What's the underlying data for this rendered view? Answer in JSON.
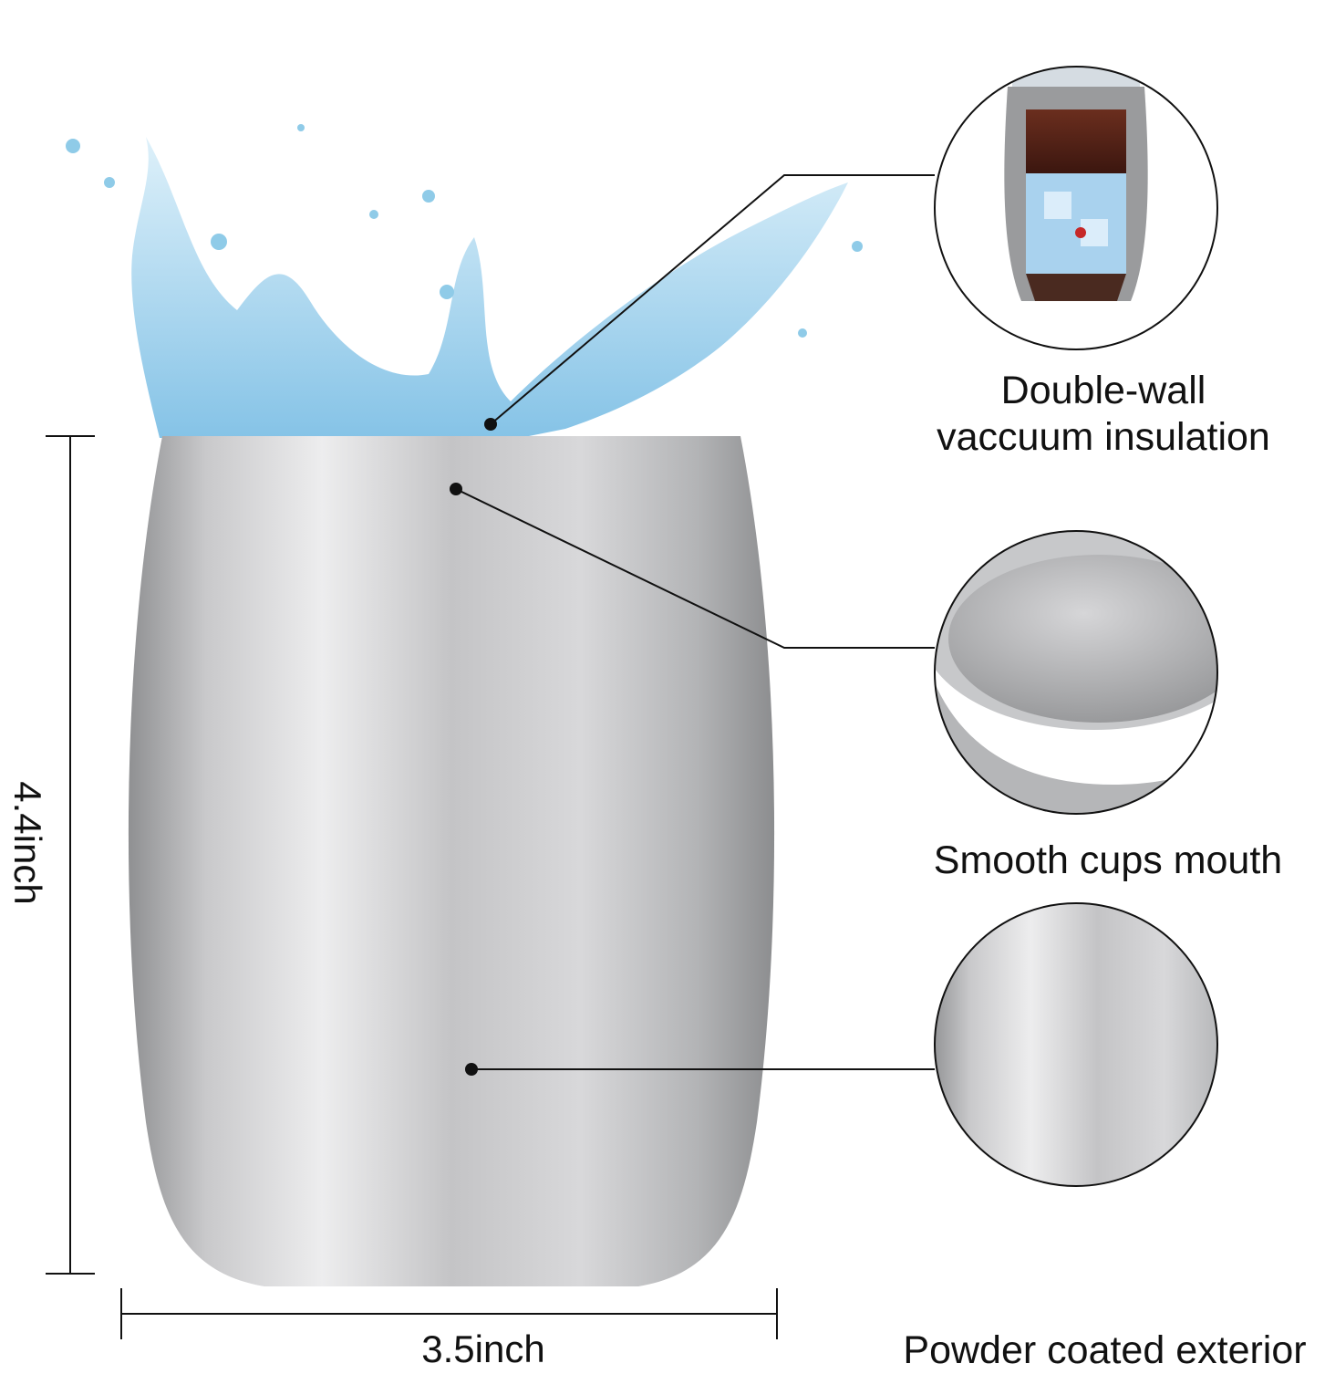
{
  "features": [
    {
      "label_line1": "Double-wall",
      "label_line2": "vaccuum insulation"
    },
    {
      "label": "Smooth cups mouth"
    },
    {
      "label": "Powder coated exterior"
    }
  ],
  "dimensions": {
    "height": "4.4inch",
    "width": "3.5inch"
  },
  "colors": {
    "steel_light": "#e9e9ea",
    "steel_mid": "#bdbdbf",
    "steel_dark": "#8f9092",
    "water": "#7fc6ea",
    "line": "#111111"
  }
}
